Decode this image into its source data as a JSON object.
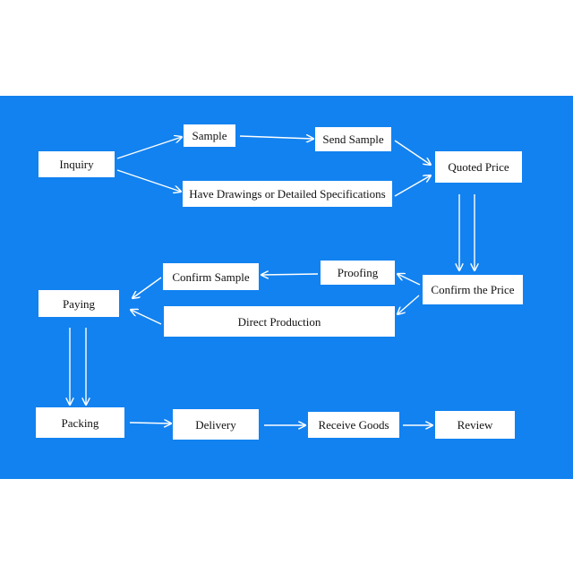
{
  "diagram": {
    "background_color": "#1282f0",
    "box_color": "#ffffff",
    "arrow_color": "#ffffff",
    "nodes": {
      "inquiry": "Inquiry",
      "sample": "Sample",
      "send_sample": "Send Sample",
      "have_drawings": "Have Drawings or Detailed Specifications",
      "quoted_price": "Quoted Price",
      "confirm_sample": "Confirm Sample",
      "proofing": "Proofing",
      "confirm_price": "Confirm the Price",
      "paying": "Paying",
      "direct_production": "Direct Production",
      "packing": "Packing",
      "delivery": "Delivery",
      "receive_goods": "Receive Goods",
      "review": "Review"
    }
  }
}
